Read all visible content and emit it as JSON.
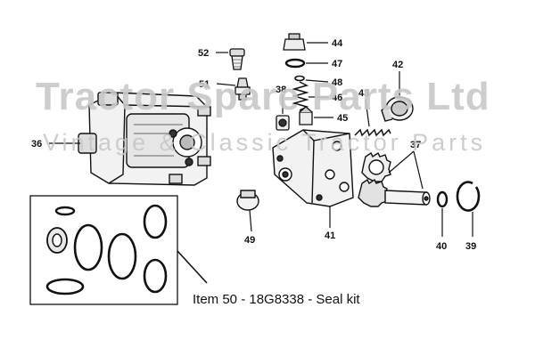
{
  "watermark": {
    "title": "Tractor Spare Parts Ltd",
    "subtitle": "Vintage & Classic Tractor Parts"
  },
  "callout": {
    "text": "Item 50 - 18G8338 - Seal kit"
  },
  "part_labels": {
    "p36": "36",
    "p37": "37",
    "p38": "38",
    "p39": "39",
    "p40": "40",
    "p41": "41",
    "p42": "42",
    "p43": "43",
    "p44": "44",
    "p45": "45",
    "p46": "46",
    "p47": "47",
    "p48": "48",
    "p49": "49",
    "p51": "51",
    "p52": "52"
  }
}
